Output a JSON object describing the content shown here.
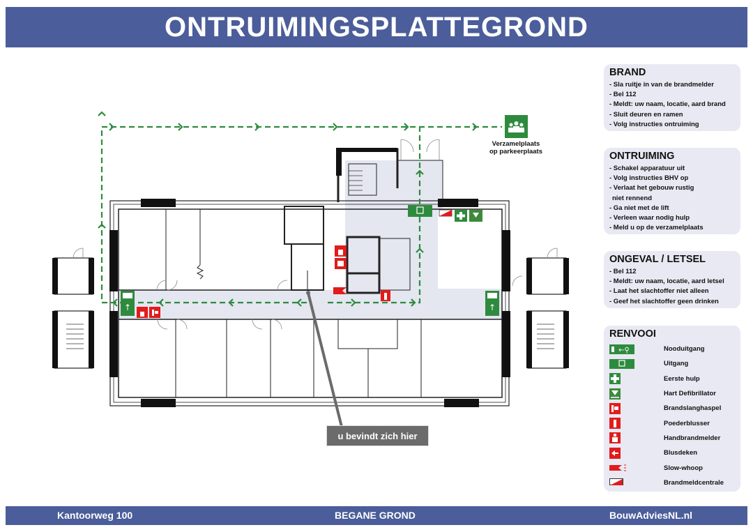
{
  "header": {
    "title": "ONTRUIMINGSPLATTEGROND"
  },
  "footer": {
    "address": "Kantoorweg 100",
    "floor": "BEGANE GROND",
    "brand": "BouwAdviesNL.nl"
  },
  "plan": {
    "assembly_point": {
      "line1": "Verzamelplaats",
      "line2": "op parkeerplaats",
      "icon": "assembly-point-icon"
    },
    "you_are_here": "u bevindt zich hier",
    "route_color": "#2e8b3e",
    "corridor_color": "#e4e6f0"
  },
  "panels": {
    "brand": {
      "title": "BRAND",
      "items": [
        "- Sla ruitje in van de brandmelder",
        "- Bel 112",
        "- Meldt: uw naam, locatie, aard brand",
        "- Sluit deuren en ramen",
        "- Volg instructies ontruiming"
      ]
    },
    "ontruiming": {
      "title": "ONTRUIMING",
      "items": [
        "- Schakel apparatuur uit",
        "- Volg instructies BHV op",
        "- Verlaat het gebouw rustig",
        "  niet rennend",
        "- Ga niet met de lift",
        "- Verleen waar nodig hulp",
        "- Meld u op de verzamelplaats"
      ]
    },
    "ongeval": {
      "title": "ONGEVAL / LETSEL",
      "items": [
        "- Bel 112",
        "- Meldt: uw naam, locatie, aard letsel",
        "- Laat het slachtoffer niet alleen",
        "- Geef het slachtoffer geen drinken"
      ]
    },
    "renvooi": {
      "title": "RENVOOI",
      "items": [
        {
          "label": "Nooduitgang",
          "icon": "emergency-exit-icon"
        },
        {
          "label": "Uitgang",
          "icon": "exit-icon"
        },
        {
          "label": "Eerste hulp",
          "icon": "first-aid-icon"
        },
        {
          "label": "Hart Defibrillator",
          "icon": "aed-icon"
        },
        {
          "label": "Brandslanghaspel",
          "icon": "fire-hose-reel-icon"
        },
        {
          "label": "Poederblusser",
          "icon": "powder-extinguisher-icon"
        },
        {
          "label": "Handbrandmelder",
          "icon": "manual-call-point-icon"
        },
        {
          "label": "Blusdeken",
          "icon": "fire-blanket-icon"
        },
        {
          "label": "Slow-whoop",
          "icon": "slow-whoop-icon"
        },
        {
          "label": "Brandmeldcentrale",
          "icon": "fire-alarm-panel-icon"
        }
      ]
    }
  },
  "colors": {
    "header_bg": "#4b5d9a",
    "panel_bg": "#e8e9f2",
    "safety_green": "#2e8b3e",
    "fire_red": "#e21b1b"
  }
}
